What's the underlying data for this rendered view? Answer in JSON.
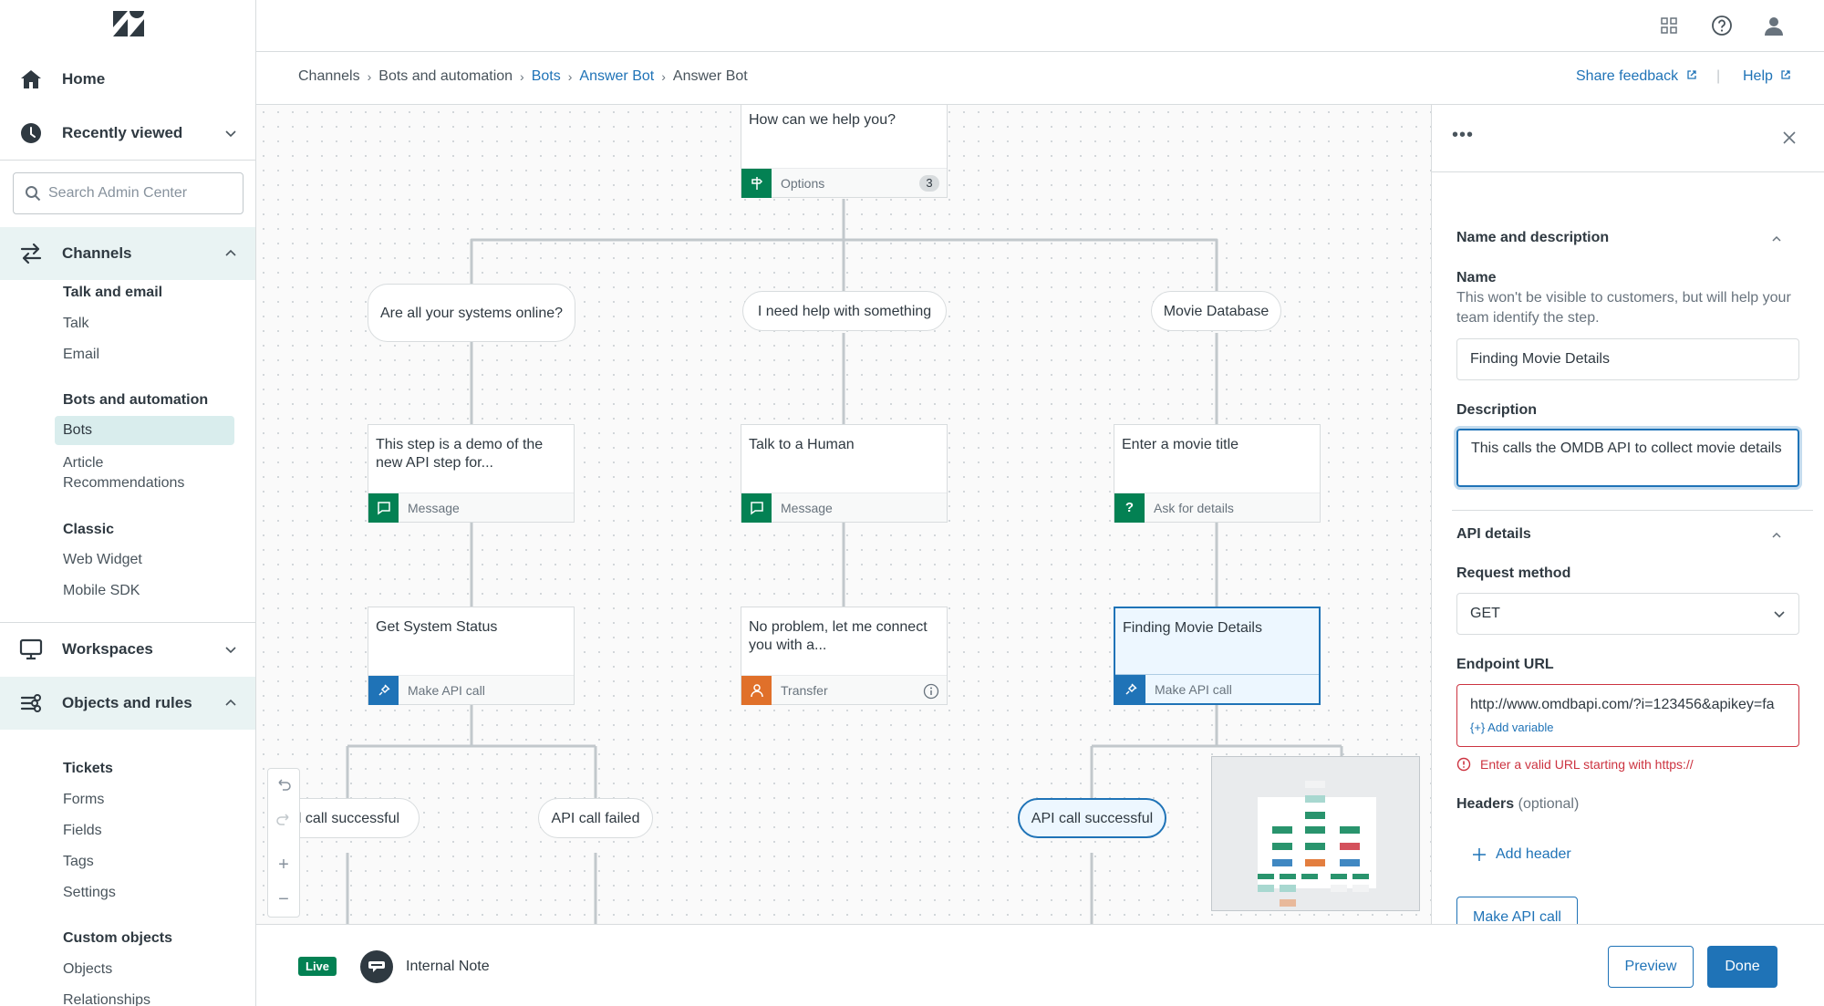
{
  "sidebar": {
    "home": "Home",
    "recently_viewed": "Recently viewed",
    "search_placeholder": "Search Admin Center",
    "channels": "Channels",
    "channels_groups": [
      {
        "head": "Talk and email",
        "items": [
          "Talk",
          "Email"
        ]
      },
      {
        "head": "Bots and automation",
        "items": [
          "Bots",
          "Article Recommendations"
        ]
      },
      {
        "head": "Classic",
        "items": [
          "Web Widget",
          "Mobile SDK"
        ]
      }
    ],
    "workspaces": "Workspaces",
    "objects_and_rules": "Objects and rules",
    "objects_groups": [
      {
        "head": "Tickets",
        "items": [
          "Forms",
          "Fields",
          "Tags",
          "Settings"
        ]
      },
      {
        "head": "Custom objects",
        "items": [
          "Objects",
          "Relationships"
        ]
      }
    ],
    "selected_item": "Bots"
  },
  "breadcrumbs": [
    {
      "label": "Channels",
      "link": false
    },
    {
      "label": "Bots and automation",
      "link": false
    },
    {
      "label": "Bots",
      "link": true
    },
    {
      "label": "Answer Bot",
      "link": true
    },
    {
      "label": "Answer Bot",
      "link": false
    }
  ],
  "header": {
    "share_feedback": "Share feedback",
    "help": "Help",
    "separator": "|"
  },
  "canvas": {
    "root": {
      "text": "How can we help you?",
      "type": "Options",
      "count": "3"
    },
    "options": [
      "Are all your systems online?",
      "I need help with something",
      "Movie Database"
    ],
    "steps_row1": [
      {
        "text": "This step is a demo of the new API step for...",
        "type": "Message",
        "badge": "message"
      },
      {
        "text": "Talk to a Human",
        "type": "Message",
        "badge": "message"
      },
      {
        "text": "Enter a movie title",
        "type": "Ask for details",
        "badge": "ask"
      }
    ],
    "steps_row2": [
      {
        "text": "Get System Status",
        "type": "Make API call",
        "badge": "api"
      },
      {
        "text": "No problem, let me connect you with a...",
        "type": "Transfer",
        "badge": "transfer"
      },
      {
        "text": "Finding Movie Details",
        "type": "Make API call",
        "badge": "api"
      }
    ],
    "branches": [
      "l call successful",
      "API call failed",
      "API call successful"
    ]
  },
  "panel": {
    "section_name": "Name and description",
    "name_label": "Name",
    "name_hint": "This won't be visible to customers, but will help your team identify the step.",
    "name_value": "Finding Movie Details",
    "description_label": "Description",
    "description_value": "This calls the OMDB API to collect movie details",
    "section_api": "API details",
    "request_method_label": "Request method",
    "request_method_value": "GET",
    "endpoint_label": "Endpoint URL",
    "endpoint_value": "http://www.omdbapi.com/?i=123456&apikey=fa",
    "add_variable": "{+} Add variable",
    "endpoint_error": "Enter a valid URL starting with https://",
    "headers_label": "Headers",
    "headers_optional": "(optional)",
    "add_header": "Add header",
    "make_api_call_button": "Make API call"
  },
  "footer": {
    "status": "Live",
    "bot_name": "Internal Note",
    "preview": "Preview",
    "done": "Done"
  },
  "colors": {
    "brand_teal": "#038153",
    "link_blue": "#1f73b7",
    "error_red": "#cc3340",
    "transfer_orange": "#e0702a"
  }
}
